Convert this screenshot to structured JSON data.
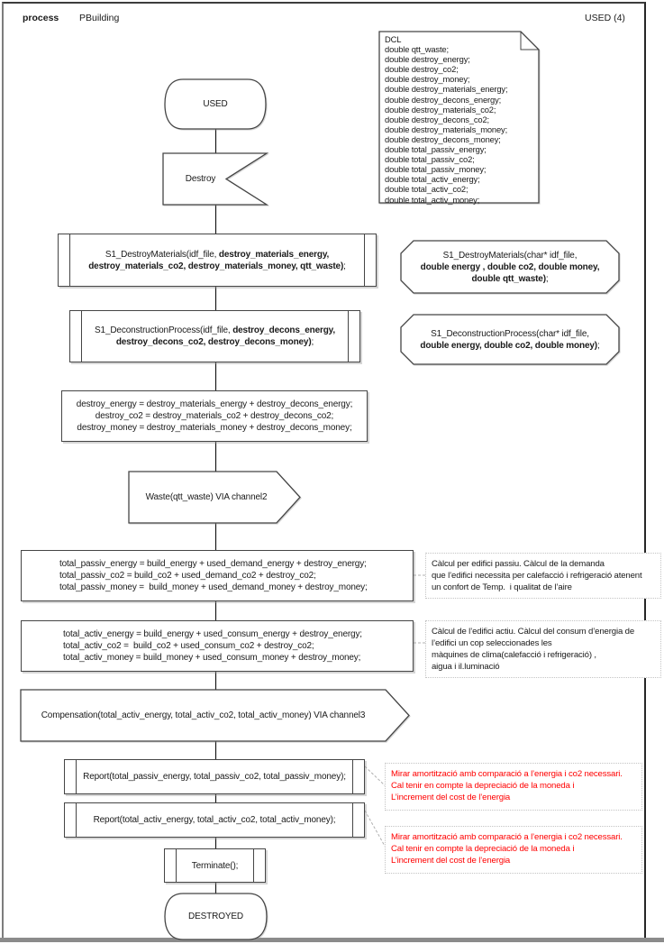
{
  "header": {
    "keyword": "process",
    "name": "PBuilding",
    "page_label": "USED (4)"
  },
  "colors": {
    "comment_text_red": "#ff0000"
  },
  "dcl_note": {
    "lines": [
      "DCL",
      "double qtt_waste;",
      "double destroy_energy;",
      "double destroy_co2;",
      "double destroy_money;",
      "double destroy_materials_energy;",
      "double destroy_decons_energy;",
      "double destroy_materials_co2;",
      "double destroy_decons_co2;",
      "double destroy_materials_money;",
      "double destroy_decons_money;",
      "double total_passiv_energy;",
      "double total_passiv_co2;",
      "double total_passiv_money;",
      "double total_activ_energy;",
      "double total_activ_co2;",
      "double total_activ_money;"
    ]
  },
  "flow": {
    "start_state": "USED",
    "input_signal": "Destroy",
    "call_destroy_materials": {
      "line1_normal": "S1_DestroyMaterials(idf_file, ",
      "line1_bold": "destroy_materials_energy,",
      "line2_bold": "destroy_materials_co2, destroy_materials_money, qtt_waste)",
      "line2_end": ";"
    },
    "call_deconstruction": {
      "line1_normal": "S1_DeconstructionProcess(idf_file, ",
      "line1_bold": "destroy_decons_energy,",
      "line2_bold": "destroy_decons_co2, destroy_decons_money)",
      "line2_end": ";"
    },
    "task_destroy": {
      "lines": [
        "destroy_energy = destroy_materials_energy + destroy_decons_energy;",
        "destroy_co2 = destroy_materials_co2 + destroy_decons_co2;",
        "destroy_money = destroy_materials_money + destroy_decons_money;"
      ]
    },
    "output_waste": "Waste(qtt_waste) VIA channel2",
    "task_total_passiv": {
      "lines": [
        "total_passiv_energy = build_energy + used_demand_energy + destroy_energy;",
        "total_passiv_co2 = build_co2 + used_demand_co2 + destroy_co2;",
        "total_passiv_money =  build_money + used_demand_money + destroy_money;"
      ]
    },
    "task_total_activ": {
      "lines": [
        "total_activ_energy = build_energy + used_consum_energy + destroy_energy;",
        "total_activ_co2 =  build_co2 + used_consum_co2 + destroy_co2;",
        "total_activ_money = build_money + used_consum_money + destroy_money;"
      ]
    },
    "output_compensation": "Compensation(total_activ_energy, total_activ_co2, total_activ_money) VIA channel3",
    "call_report_passiv": "Report(total_passiv_energy, total_passiv_co2, total_passiv_money);",
    "call_report_activ": "Report(total_activ_energy, total_activ_co2, total_activ_money);",
    "call_terminate": "Terminate();",
    "end_state": "DESTROYED"
  },
  "declarations": {
    "destroy_materials": {
      "line1": "S1_DestroyMaterials(char* idf_file,",
      "line2_bold": "double energy , double co2, double money,",
      "line3_bold": "double qtt_waste)",
      "line3_end": ";"
    },
    "deconstruction": {
      "line1": "S1_DeconstructionProcess(char* idf_file,",
      "line2_bold": "double energy, double co2, double money)",
      "line2_end": ";"
    }
  },
  "comments": {
    "passiv_calc": {
      "lines": [
        "Càlcul per edifici passiu. Càlcul de la demanda",
        "que l’edifici necessita per calefacció i refrigeració atenent",
        "un confort de Temp.  i qualitat de l’aire"
      ]
    },
    "activ_calc": {
      "lines": [
        "Càlcul de l’edifici actiu. Càlcul del consum d’energia de",
        "l’edifici un cop seleccionades les",
        "màquines de clima(calefacció i refrigeració) ,",
        "aigua i il.luminació"
      ]
    },
    "report_passiv_note": {
      "lines": [
        "Mirar amortització amb comparació a l’energia i co2 necessari.",
        "Cal tenir en compte la depreciació de la moneda i",
        "L’increment del cost de l’energia"
      ]
    },
    "report_activ_note": {
      "lines": [
        "Mirar amortització amb comparació a l’energia i co2 necessari.",
        "Cal tenir en compte la depreciació de la moneda i",
        "L’increment del cost de l’energia"
      ]
    }
  }
}
